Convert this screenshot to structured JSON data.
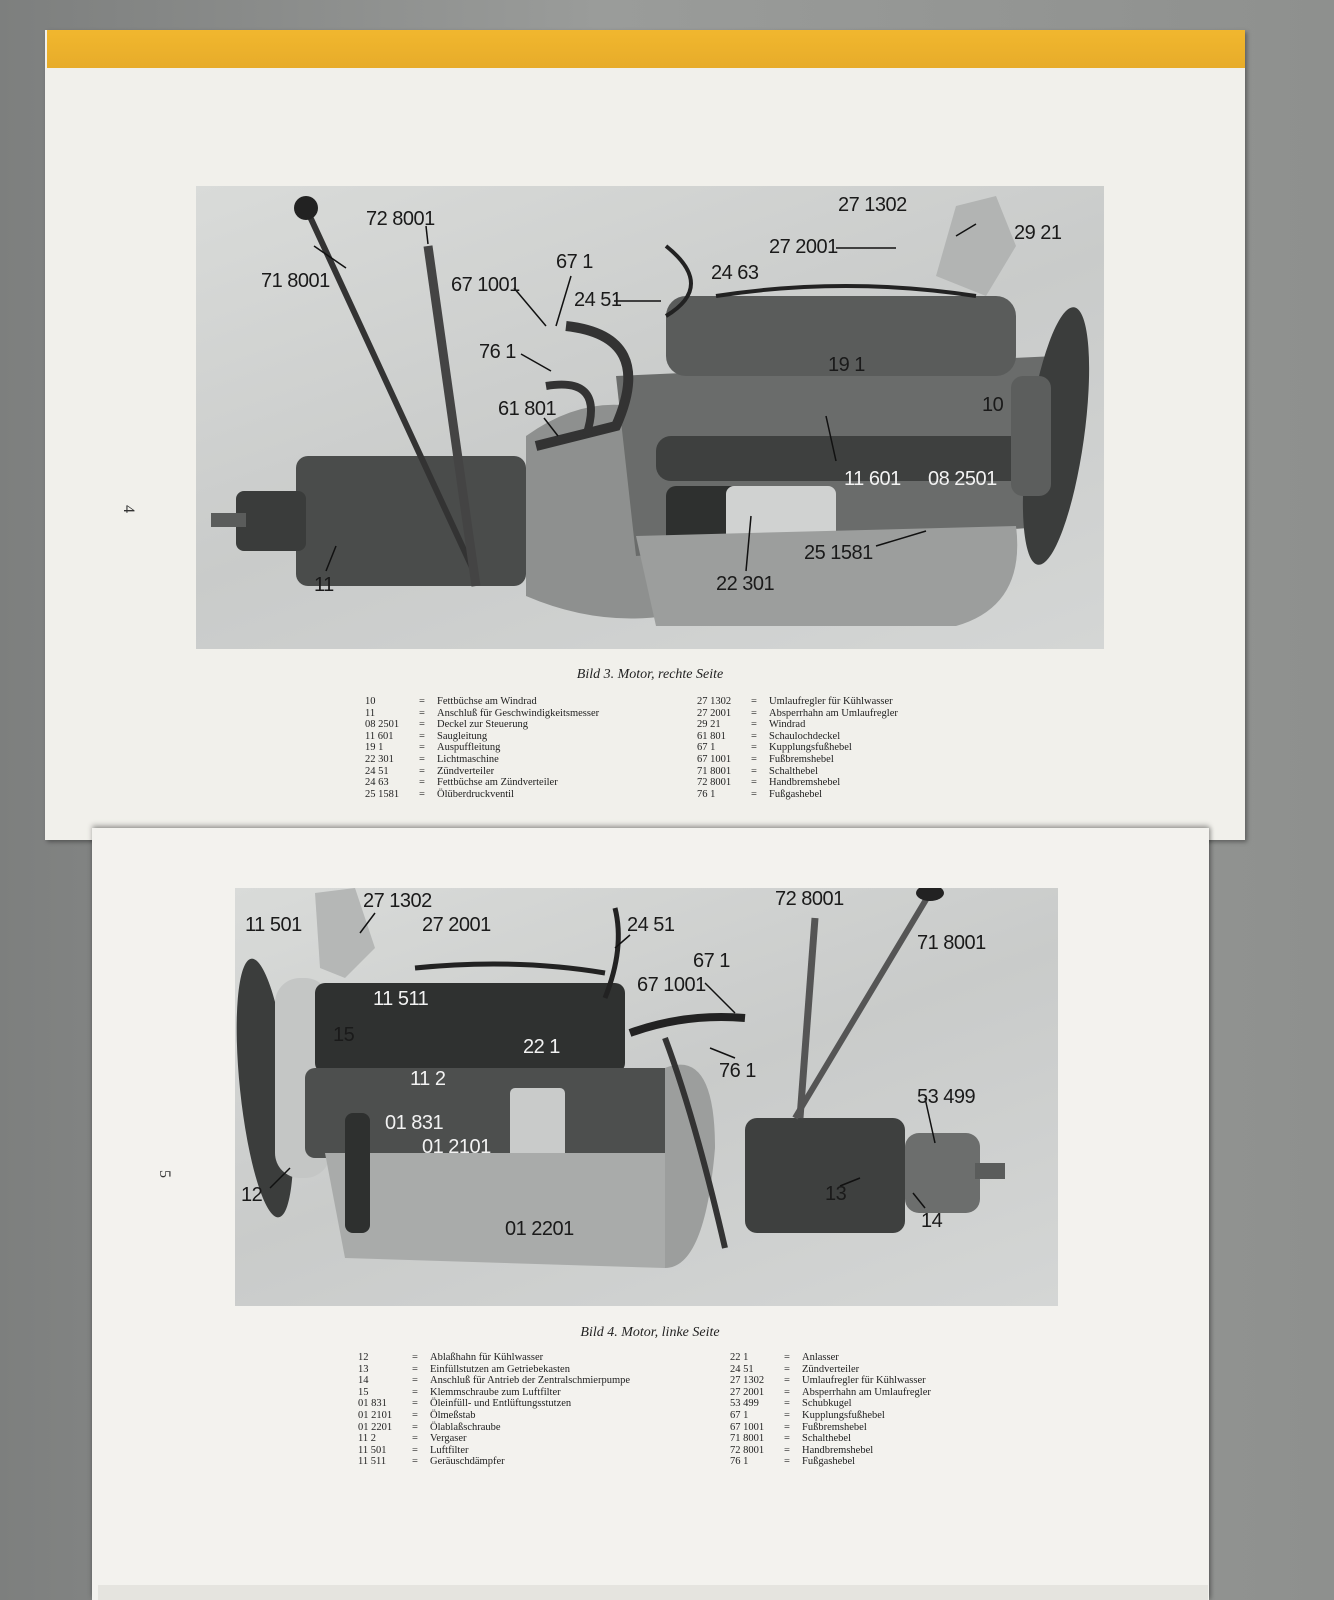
{
  "pages": [
    {
      "page_number": "4",
      "photo_labels": [
        "71 8001",
        "72 8001",
        "67 1001",
        "67 1",
        "24 63",
        "24 51",
        "76 1",
        "61 801",
        "27 1302",
        "27 2001",
        "29 21",
        "19 1",
        "10",
        "11 601",
        "08 2501",
        "22 301",
        "25 1581",
        "11"
      ],
      "caption": "Bild 3. Motor, rechte Seite",
      "legend_left": [
        {
          "code": "10",
          "eq": "=",
          "text": "Fettbüchse am Windrad"
        },
        {
          "code": "11",
          "eq": "=",
          "text": "Anschluß für Geschwindigkeitsmesser"
        },
        {
          "code": "08 2501",
          "eq": "=",
          "text": "Deckel zur Steuerung"
        },
        {
          "code": "11 601",
          "eq": "=",
          "text": "Saugleitung"
        },
        {
          "code": "19 1",
          "eq": "=",
          "text": "Auspuffleitung"
        },
        {
          "code": "22 301",
          "eq": "=",
          "text": "Lichtmaschine"
        },
        {
          "code": "24 51",
          "eq": "=",
          "text": "Zündverteiler"
        },
        {
          "code": "24 63",
          "eq": "=",
          "text": "Fettbüchse am Zündverteiler"
        },
        {
          "code": "25 1581",
          "eq": "=",
          "text": "Ölüberdruckventil"
        }
      ],
      "legend_right": [
        {
          "code": "27 1302",
          "eq": "=",
          "text": "Umlaufregler für Kühlwasser"
        },
        {
          "code": "27 2001",
          "eq": "=",
          "text": "Absperrhahn am Umlaufregler"
        },
        {
          "code": "29 21",
          "eq": "=",
          "text": "Windrad"
        },
        {
          "code": "61 801",
          "eq": "=",
          "text": "Schaulochdeckel"
        },
        {
          "code": "67 1",
          "eq": "=",
          "text": "Kupplungsfußhebel"
        },
        {
          "code": "67 1001",
          "eq": "=",
          "text": "Fußbremshebel"
        },
        {
          "code": "71 8001",
          "eq": "=",
          "text": "Schalthebel"
        },
        {
          "code": "72 8001",
          "eq": "=",
          "text": "Handbremshebel"
        },
        {
          "code": "76 1",
          "eq": "=",
          "text": "Fußgashebel"
        }
      ]
    },
    {
      "page_number": "5",
      "photo_labels": [
        "27 1302",
        "11 501",
        "27 2001",
        "24 51",
        "72 8001",
        "71 8001",
        "67 1",
        "67 1001",
        "11 511",
        "15",
        "22 1",
        "76 1",
        "11 2",
        "53 499",
        "01 831",
        "01 2101",
        "12",
        "13",
        "14",
        "01 2201"
      ],
      "caption": "Bild 4. Motor, linke Seite",
      "legend_left": [
        {
          "code": "12",
          "eq": "=",
          "text": "Ablaßhahn für Kühlwasser"
        },
        {
          "code": "13",
          "eq": "=",
          "text": "Einfüllstutzen am Getriebekasten"
        },
        {
          "code": "14",
          "eq": "=",
          "text": "Anschluß für Antrieb der Zentralschmierpumpe"
        },
        {
          "code": "15",
          "eq": "=",
          "text": "Klemmschraube zum Luftfilter"
        },
        {
          "code": "01 831",
          "eq": "=",
          "text": "Öleinfüll- und Entlüftungsstutzen"
        },
        {
          "code": "01 2101",
          "eq": "=",
          "text": "Ölmeßstab"
        },
        {
          "code": "01 2201",
          "eq": "=",
          "text": "Ölablaßschraube"
        },
        {
          "code": "11 2",
          "eq": "=",
          "text": "Vergaser"
        },
        {
          "code": "11 501",
          "eq": "=",
          "text": "Luftfilter"
        },
        {
          "code": "11 511",
          "eq": "=",
          "text": "Geräuschdämpfer"
        }
      ],
      "legend_right": [
        {
          "code": "22 1",
          "eq": "=",
          "text": "Anlasser"
        },
        {
          "code": "24 51",
          "eq": "=",
          "text": "Zündverteiler"
        },
        {
          "code": "27 1302",
          "eq": "=",
          "text": "Umlaufregler für Kühlwasser"
        },
        {
          "code": "27 2001",
          "eq": "=",
          "text": "Absperrhahn am Umlaufregler"
        },
        {
          "code": "53 499",
          "eq": "=",
          "text": "Schubkugel"
        },
        {
          "code": "67 1",
          "eq": "=",
          "text": "Kupplungsfußhebel"
        },
        {
          "code": "67 1001",
          "eq": "=",
          "text": "Fußbremshebel"
        },
        {
          "code": "71 8001",
          "eq": "=",
          "text": "Schalthebel"
        },
        {
          "code": "72 8001",
          "eq": "=",
          "text": "Handbremshebel"
        },
        {
          "code": "76 1",
          "eq": "=",
          "text": "Fußgashebel"
        }
      ]
    }
  ]
}
